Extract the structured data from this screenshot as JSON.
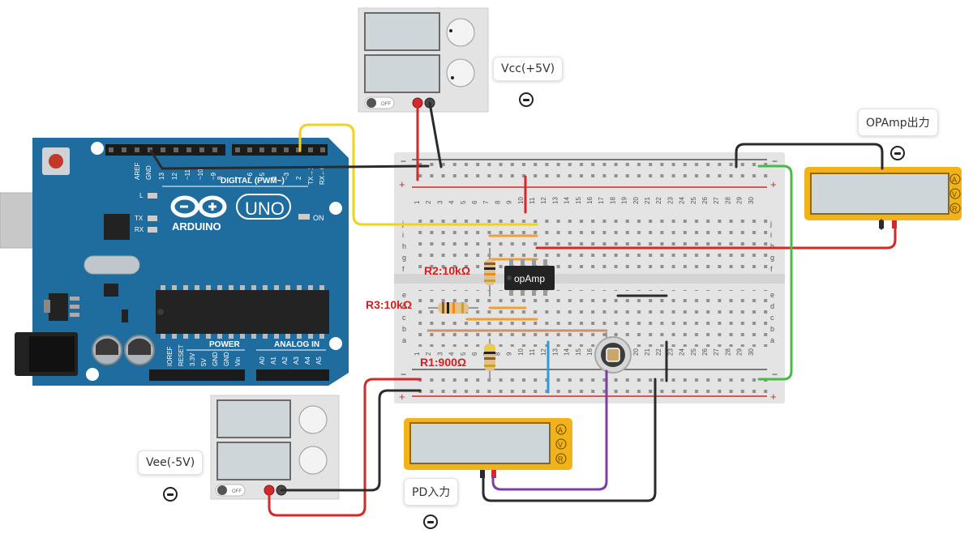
{
  "callouts": {
    "vcc": "Vcc(+5V)",
    "vee": "Vee(-5V)",
    "opamp_out": "OPAmp出力",
    "pd_in": "PD入力"
  },
  "resistors": {
    "r1": "R1:900Ω",
    "r2": "R2:10kΩ",
    "r3": "R3:10kΩ"
  },
  "ic_label": "opAmp",
  "arduino": {
    "brand": "ARDUINO",
    "model": "UNO",
    "digital_header": "DIGITAL (PWM~)",
    "power_header": "POWER",
    "analog_header": "ANALOG IN",
    "on_label": "ON",
    "tx": "TX",
    "rx": "RX",
    "l": "L",
    "top_pins": [
      "AREF",
      "GND",
      "13",
      "12",
      "~11",
      "~10",
      "~9",
      "8",
      "7",
      "~6",
      "~5",
      "4",
      "~3",
      "2",
      "TX→1",
      "RX←0"
    ],
    "power_pins": [
      "IOREF",
      "RESET",
      "3.3V",
      "5V",
      "GND",
      "GND",
      "Vin"
    ],
    "analog_pins": [
      "A0",
      "A1",
      "A2",
      "A3",
      "A4",
      "A5"
    ]
  },
  "breadboard": {
    "columns": [
      "1",
      "2",
      "3",
      "4",
      "5",
      "6",
      "7",
      "8",
      "9",
      "10",
      "11",
      "12",
      "13",
      "14",
      "15",
      "16",
      "17",
      "18",
      "19",
      "20",
      "21",
      "22",
      "23",
      "24",
      "25",
      "26",
      "27",
      "28",
      "29",
      "30"
    ],
    "rows_top": [
      "j",
      "i",
      "h",
      "g",
      "f"
    ],
    "rows_bottom": [
      "e",
      "d",
      "c",
      "b",
      "a"
    ],
    "rail_plus": "+",
    "rail_minus": "−"
  },
  "power_supply": {
    "off_label": "OFF"
  },
  "multimeter": {
    "a": "A",
    "v": "V",
    "r": "R"
  },
  "colors": {
    "wire_red": "#d22a2a",
    "wire_black": "#2b2b2b",
    "wire_yellow": "#f2d21b",
    "wire_green": "#4cb84c",
    "wire_blue": "#2d9bd6",
    "wire_purple": "#7b3fa0",
    "wire_orange": "#f0a030",
    "arduino_blue": "#1f6d9e",
    "multimeter_yellow": "#f2b31a"
  }
}
